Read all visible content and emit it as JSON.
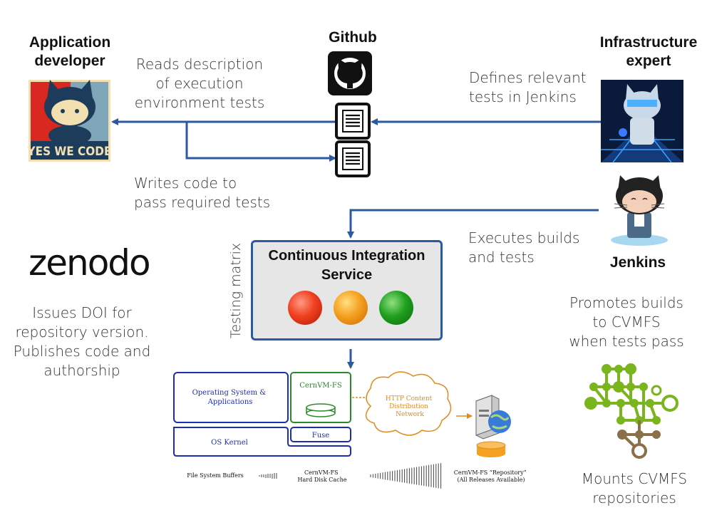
{
  "headers": {
    "app_dev": "Application\ndeveloper",
    "github": "Github",
    "infra": "Infrastructure\nexpert",
    "jenkins": "Jenkins"
  },
  "annotations": {
    "reads": "Reads description\nof execution\nenvironment tests",
    "writes": "Writes code to\npass required tests",
    "defines": "Defines relevant\ntests in Jenkins",
    "executes": "Executes builds\nand tests",
    "promotes": "Promotes builds\nto CVMFS\nwhen tests pass",
    "mounts": "Mounts CVMFS\nrepositories",
    "zenodo_desc": "Issues DOI for\nrepository version.\nPublishes code and\nauthorship"
  },
  "zenodo_logo": "zenodo",
  "yes_we_code": "YES WE CODE",
  "ci": {
    "title": "Continuous Integration\nService",
    "side_label": "Testing matrix",
    "lights": [
      "red",
      "orange",
      "green"
    ]
  },
  "cvmfs": {
    "os_apps": "Operating System &\nApplications",
    "cernvm": "CernVM-FS",
    "fuse": "Fuse",
    "kernel": "OS Kernel",
    "cdn": "HTTP Content\nDistribution\nNetwork",
    "fs_buffers": "File System Buffers",
    "disk_cache": "CernVM-FS\nHard Disk Cache",
    "repository": "CernVM-FS “Repository”\n(All Releases Available)"
  },
  "colors": {
    "arrow": "#2c5aa0",
    "cvmfs_blue": "#1c2eb0",
    "cvmfs_green": "#2a8a2a",
    "cdn_orange": "#e08a1e",
    "tree_green": "#7ab51d",
    "tree_brown": "#8a7048"
  }
}
